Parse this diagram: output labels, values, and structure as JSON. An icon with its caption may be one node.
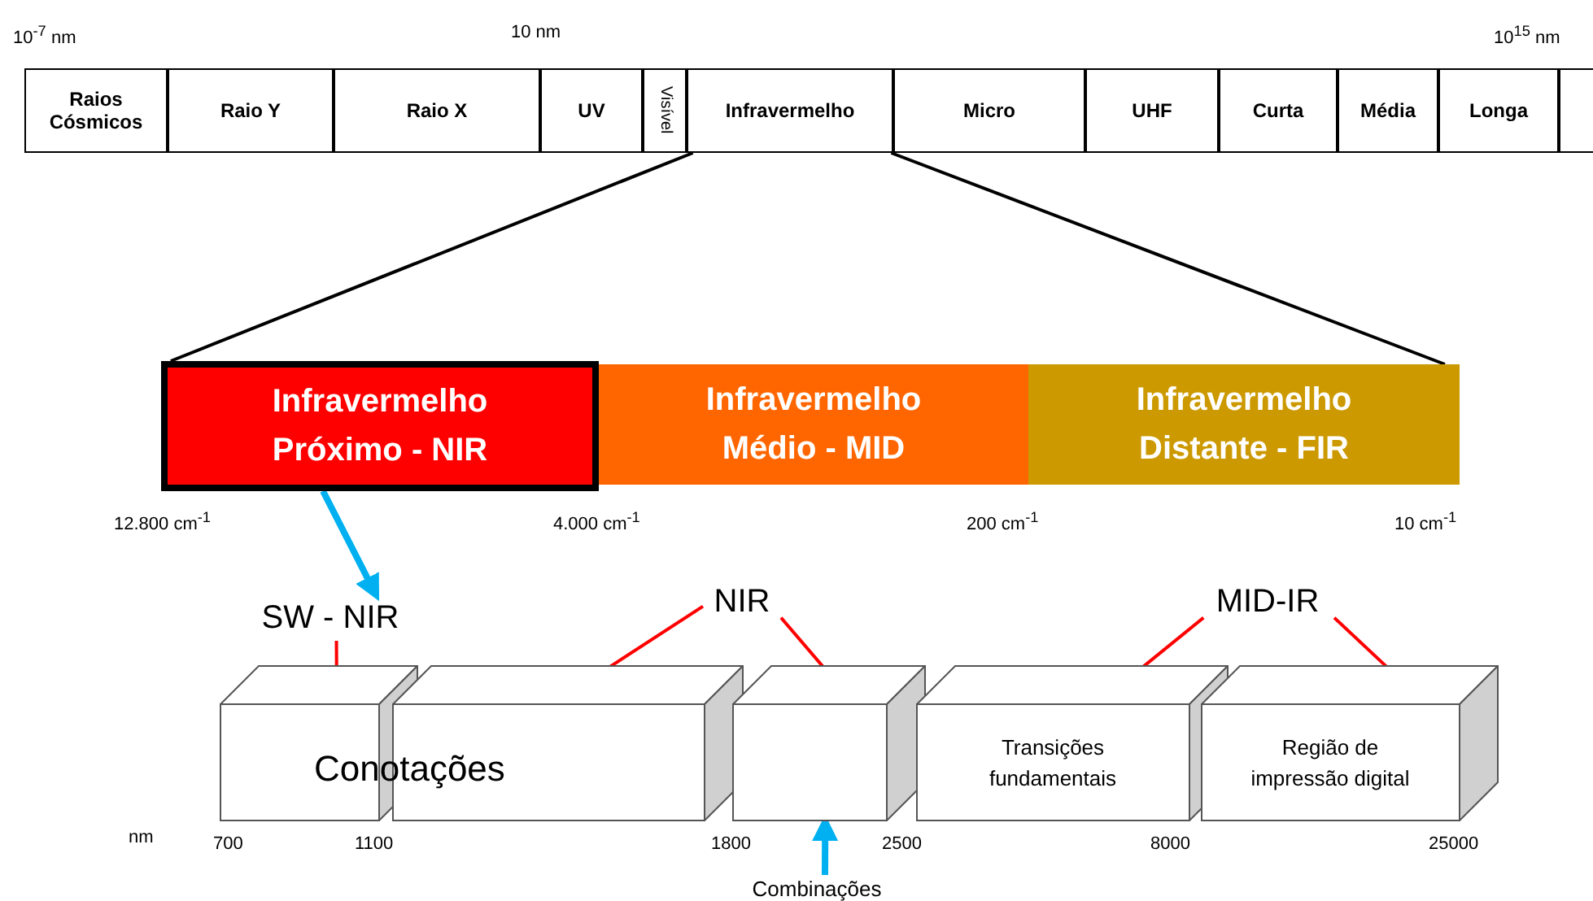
{
  "diagram": {
    "nodes": [
      {
        "text": [
          "Raios Cósmicos"
        ]
      },
      {
        "text": [
          "Raio Y"
        ]
      },
      {
        "text": [
          "Raio X"
        ]
      },
      {
        "text": [
          "UV"
        ]
      },
      {
        "text": [
          "Visível"
        ]
      },
      {
        "text": [
          "Infravermelho"
        ]
      },
      {
        "text": [
          "Micro"
        ]
      },
      {
        "text": [
          "UHF"
        ]
      },
      {
        "text": [
          "Curta"
        ]
      },
      {
        "text": [
          "Média"
        ]
      },
      {
        "text": [
          "Longa"
        ]
      },
      {
        "text": [],
        "shape": "box"
      },
      {
        "text": [
          "Infravermelho Próximo - NIR"
        ]
      },
      {
        "text": [
          "Infravermelho Médio - MID"
        ]
      },
      {
        "text": [
          "Infravermelho Distante - FIR"
        ]
      },
      {
        "text": [
          "SW - NIR"
        ]
      },
      {
        "text": [
          "NIR"
        ]
      },
      {
        "text": [
          "MID-IR"
        ]
      },
      {
        "text": [],
        "shape": "box"
      },
      {
        "text": [],
        "shape": "box"
      },
      {
        "text": [],
        "shape": "box"
      },
      {
        "text": [
          "Transições fundamentais"
        ]
      },
      {
        "text": [
          "Região de impressão digital"
        ]
      },
      {
        "text": [
          "Combinações"
        ]
      }
    ],
    "edges": [
      {
        "from": 5,
        "to": 12,
        "arrow": "none",
        "color": "#000000"
      },
      {
        "from": 5,
        "to": 14,
        "arrow": "none",
        "color": "#000000"
      },
      {
        "from": 12,
        "to": 15,
        "arrow": "to",
        "style": "thick",
        "color": "#00b0f0"
      },
      {
        "from": 15,
        "to": 18,
        "arrow": "none",
        "color": "#ff0000"
      },
      {
        "from": 16,
        "to": 19,
        "arrow": "none",
        "color": "#ff0000"
      },
      {
        "from": 16,
        "to": 20,
        "arrow": "none",
        "color": "#ff0000"
      },
      {
        "from": 17,
        "to": 21,
        "arrow": "none",
        "color": "#ff0000"
      },
      {
        "from": 17,
        "to": 22,
        "arrow": "none",
        "color": "#ff0000"
      },
      {
        "from": 23,
        "to": 20,
        "arrow": "to",
        "style": "thick",
        "color": "#00b0f0"
      }
    ],
    "labels": [
      "10$^{-7}$ nm",
      "10 nm",
      "10$^{15}$ nm",
      "12.800 cm$^{-1}$",
      "4.000 cm$^{-1}$",
      "200 cm$^{-1}$",
      "10 cm$^{-1}$",
      "Conotações",
      "nm",
      "700",
      "1100",
      "1800",
      "2500",
      "8000",
      "25000"
    ]
  }
}
